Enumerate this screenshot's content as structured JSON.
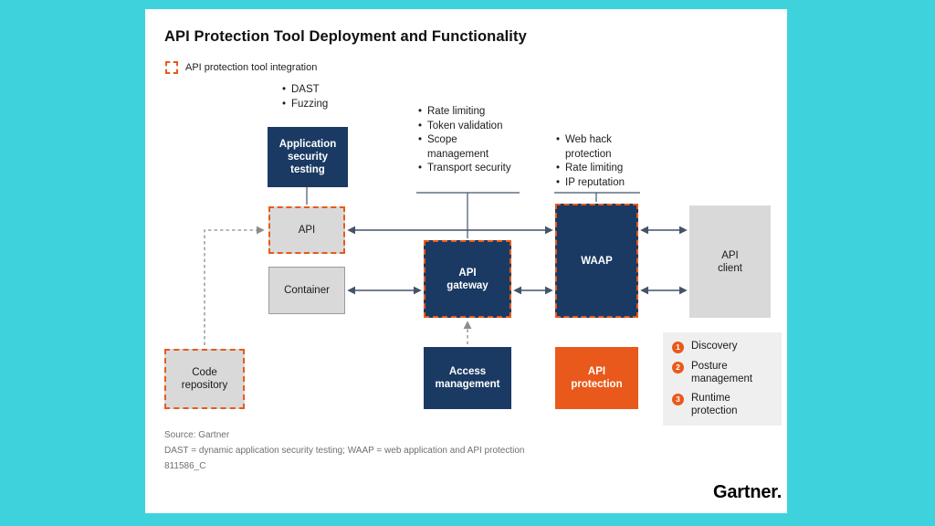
{
  "title": "API Protection Tool Deployment and Functionality",
  "legend": {
    "label": "API protection tool integration"
  },
  "colors": {
    "background": "#3ED3DC",
    "navy": "#1A3A63",
    "orange": "#E9591B",
    "gray_box": "#D9D9D9",
    "panel_gray": "#EFEFEF"
  },
  "annotations": {
    "ast": [
      "DAST",
      "Fuzzing"
    ],
    "gateway": [
      "Rate limiting",
      "Token validation",
      "Scope management",
      "Transport security"
    ],
    "waap": [
      "Web hack protection",
      "Rate limiting",
      "IP reputation"
    ]
  },
  "boxes": {
    "application_security_testing": "Application\nsecurity\ntesting",
    "api": "API",
    "container": "Container",
    "code_repository": "Code\nrepository",
    "api_gateway": "API\ngateway",
    "waap": "WAAP",
    "api_client": "API\nclient",
    "access_management": "Access\nmanagement",
    "api_protection": "API\nprotection"
  },
  "capabilities": [
    {
      "num": "1",
      "label": "Discovery"
    },
    {
      "num": "2",
      "label": "Posture\nmanagement"
    },
    {
      "num": "3",
      "label": "Runtime\nprotection"
    }
  ],
  "footer": {
    "source": "Source: Gartner",
    "note": "DAST = dynamic application security testing; WAAP = web application and API protection",
    "doc_id": "811586_C",
    "logo": "Gartner."
  }
}
